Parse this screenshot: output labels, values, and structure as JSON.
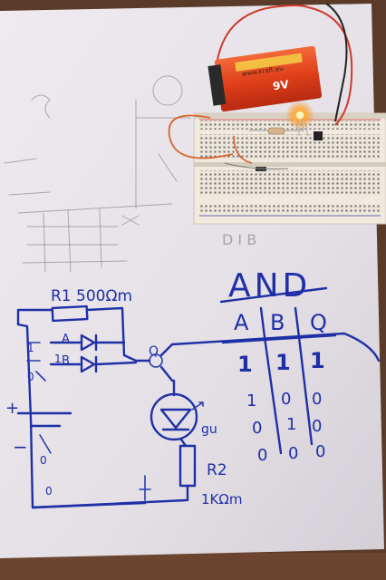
{
  "battery": {
    "brand": "www.kraft.eu",
    "voltage": "9V"
  },
  "circuit": {
    "r1_label": "R1 500Ωm",
    "r2_label": "R2",
    "r2_value": "1KΩm",
    "transistor_label": "Q",
    "led_label": "gu",
    "input_a": "A",
    "input_b": "B",
    "plus": "+",
    "minus": "−",
    "switch_states": [
      "1",
      "0",
      "1",
      "0"
    ],
    "ground_zero": "0"
  },
  "truth_table": {
    "title": "AND",
    "headers": [
      "A",
      "B",
      "Q"
    ],
    "rows": [
      [
        "1",
        "1",
        "1"
      ],
      [
        "1",
        "0",
        "0"
      ],
      [
        "0",
        "1",
        "0"
      ],
      [
        "0",
        "0",
        "0"
      ]
    ]
  },
  "pencil_sketch": {
    "label": "D I B"
  },
  "colors": {
    "paper": "#e6e2e6",
    "ink": "#1f2fa6",
    "background_wood": "#5a3a28",
    "battery": "#e0401a",
    "led_glow": "#ff9a2a"
  }
}
